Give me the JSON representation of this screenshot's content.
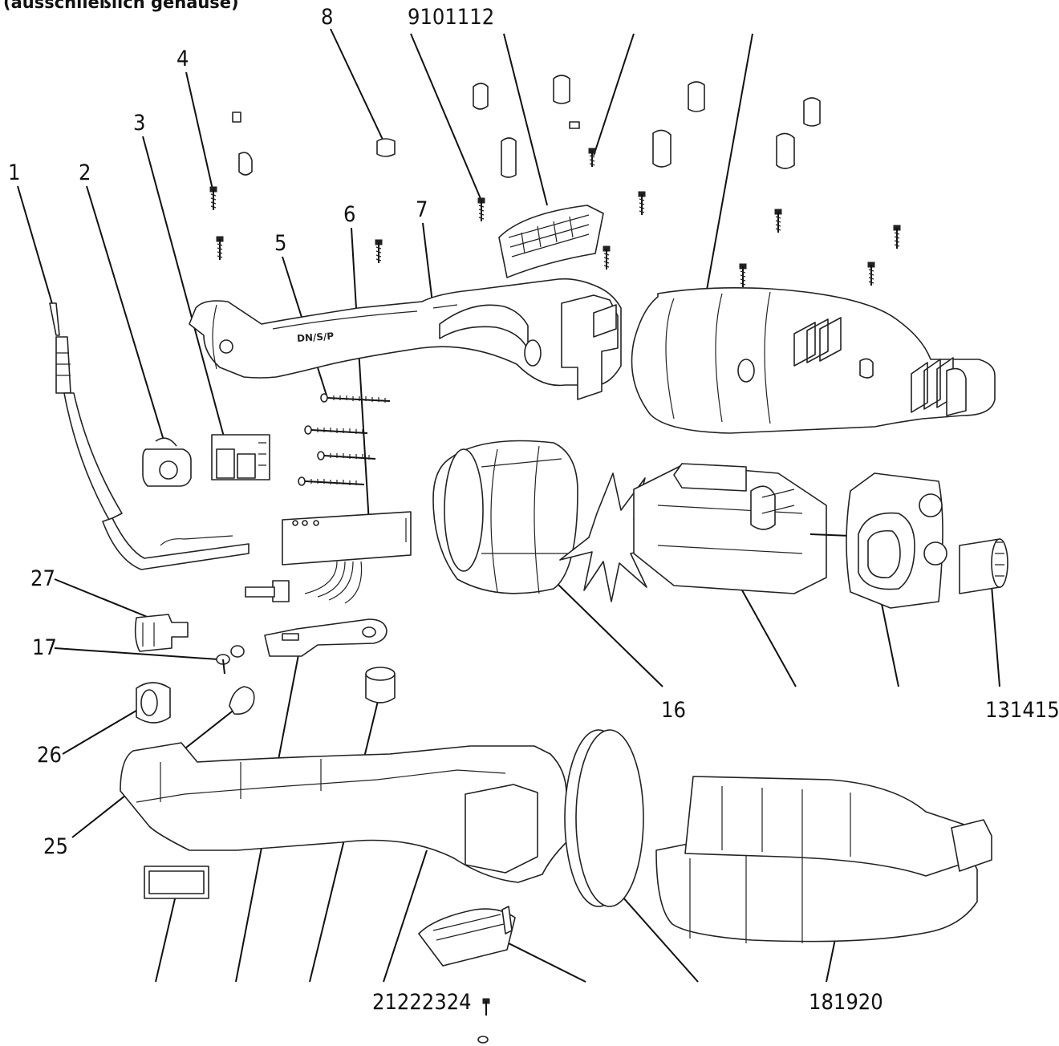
{
  "caption": "(ausschließlich gehäuse)",
  "labels": {
    "l1": "1",
    "l2": "2",
    "l3": "3",
    "l4": "4",
    "l5": "5",
    "l6": "6",
    "l7": "7",
    "l8": "8",
    "l9101112": "9101112",
    "l16": "16",
    "l131415": "131415",
    "l17": "17",
    "l27": "27",
    "l26": "26",
    "l25": "25",
    "l21222324": "21222324",
    "l181920": "181920"
  },
  "brand_mark": "DN/S/P"
}
